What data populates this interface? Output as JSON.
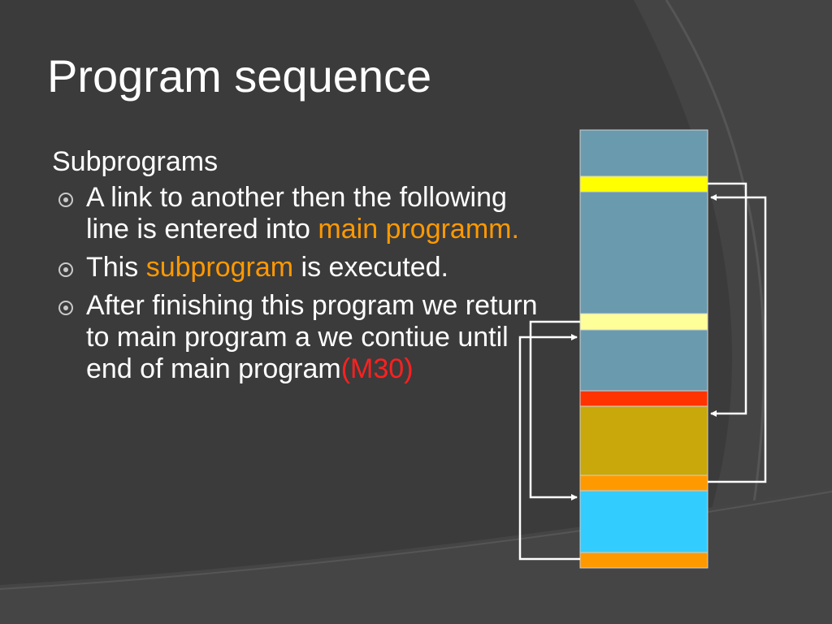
{
  "slide": {
    "title": "Program sequence",
    "subtitle": "Subprograms",
    "bullets": [
      {
        "parts": [
          {
            "text": "A link to another then the following line is entered into ",
            "color": "#ffffff"
          },
          {
            "text": "main  programm.",
            "color": "#ff9900"
          }
        ]
      },
      {
        "parts": [
          {
            "text": "This ",
            "color": "#ffffff"
          },
          {
            "text": "subprogram",
            "color": "#ff9900"
          },
          {
            "text": " is executed.",
            "color": "#ffffff"
          }
        ]
      },
      {
        "parts": [
          {
            "text": "After finishing this program we return to main program a we contiue until end of main program",
            "color": "#ffffff"
          },
          {
            "text": "(M30)",
            "color": "#ff2020"
          }
        ]
      }
    ]
  },
  "diagram": {
    "blocks": [
      {
        "name": "main-program-start",
        "color": "#6a9aad"
      },
      {
        "name": "subprogram-call-1",
        "color": "#ffff00"
      },
      {
        "name": "main-program-body",
        "color": "#6a9aad"
      },
      {
        "name": "subprogram-call-2",
        "color": "#ffff99"
      },
      {
        "name": "main-program-continue",
        "color": "#6a9aad"
      },
      {
        "name": "main-program-end-marker",
        "color": "#ff3300"
      },
      {
        "name": "subprogram-1",
        "color": "#c8a80a"
      },
      {
        "name": "subprogram-1-end",
        "color": "#ff9900"
      },
      {
        "name": "subprogram-2",
        "color": "#33ccff"
      },
      {
        "name": "subprogram-2-end",
        "color": "#ff9900"
      }
    ],
    "arrow_color": "#ffffff"
  }
}
